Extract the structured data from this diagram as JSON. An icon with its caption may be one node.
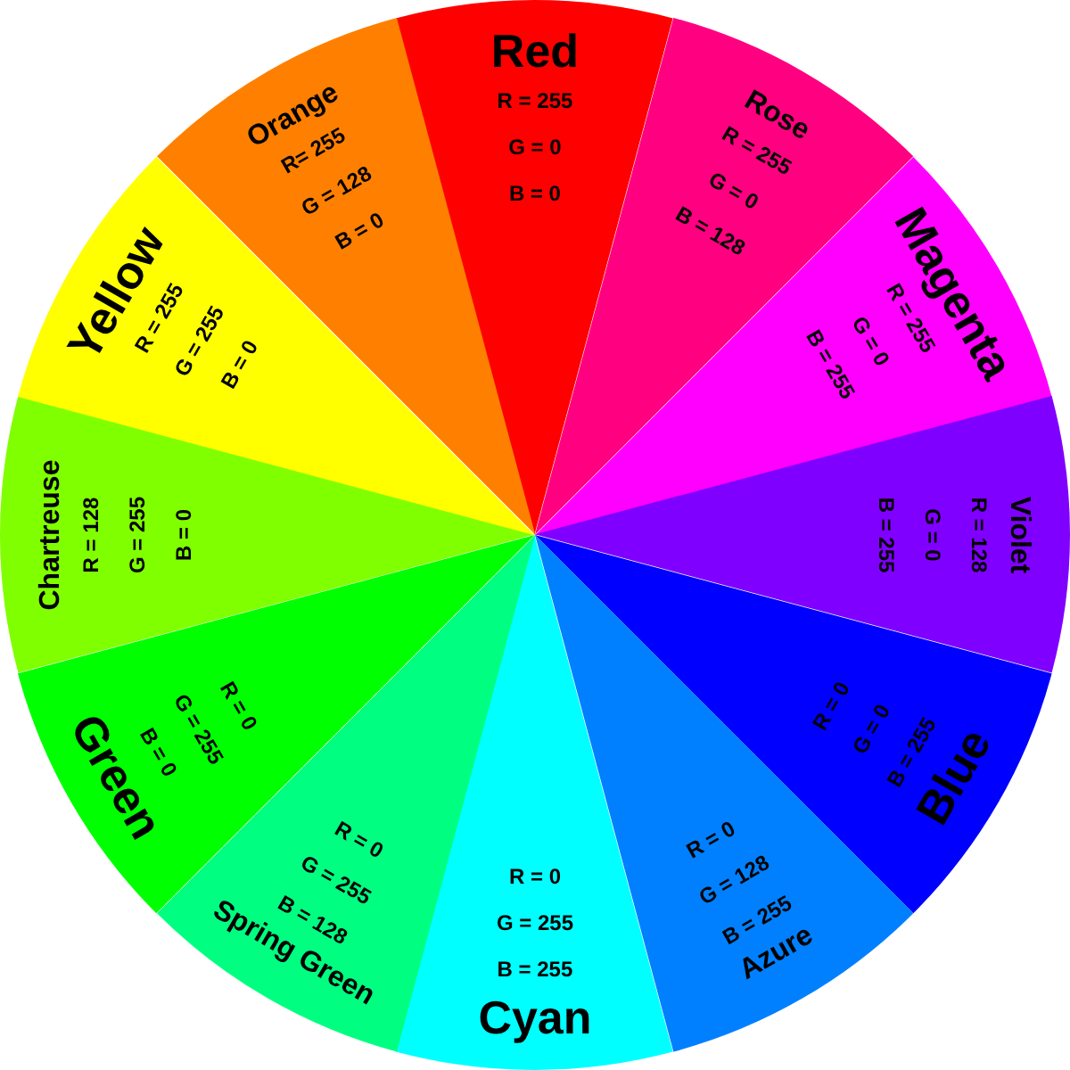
{
  "diagram": {
    "nodes": [
      {
        "text": [
          "Red",
          "R = 255",
          "G = 0",
          "B = 0"
        ]
      },
      {
        "text": [
          "Rose",
          "R = 255",
          "G = 0",
          "B = 128"
        ]
      },
      {
        "text": [
          "Magenta",
          "R = 255",
          "G = 0",
          "B = 255"
        ]
      },
      {
        "text": [
          "Violet",
          "R = 128",
          "G = 0",
          "B = 255"
        ]
      },
      {
        "text": [
          "R = 0",
          "G = 0",
          "B = 255",
          "Blue"
        ]
      },
      {
        "text": [
          "R = 0",
          "G = 128",
          "B = 255",
          "Azure"
        ]
      },
      {
        "text": [
          "R = 0",
          "G = 255",
          "B = 255",
          "Cyan"
        ]
      },
      {
        "text": [
          "R = 0",
          "G = 255",
          "B = 128",
          "Spring Green"
        ]
      },
      {
        "text": [
          "R = 0",
          "G = 255",
          "B = 0",
          "Green"
        ]
      },
      {
        "text": [
          "Chartreuse",
          "R = 128",
          "G = 255",
          "B = 0"
        ]
      },
      {
        "text": [
          "Yellow",
          "R = 255",
          "G = 255",
          "B = 0"
        ]
      },
      {
        "text": [
          "Orange",
          "R= 255",
          "G = 128",
          "B = 0"
        ]
      }
    ]
  }
}
